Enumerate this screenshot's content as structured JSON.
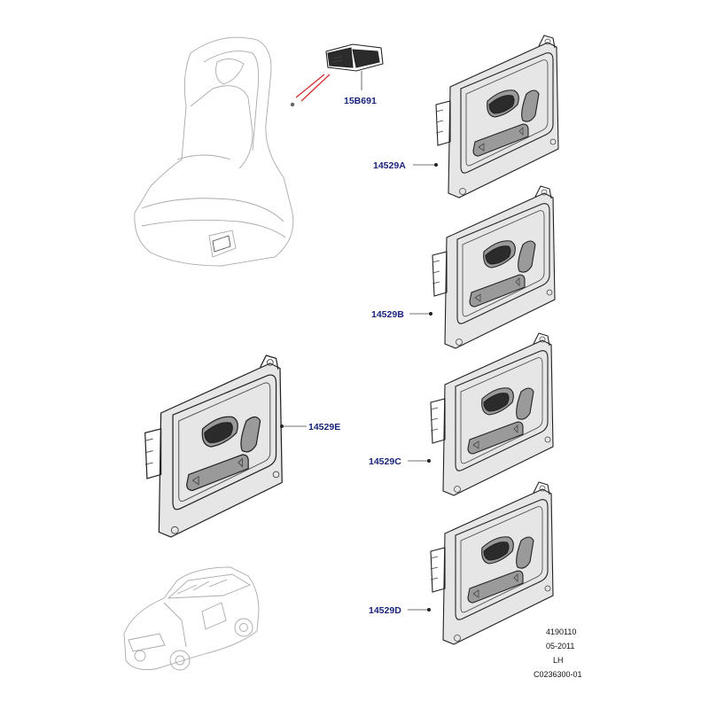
{
  "parts": {
    "p15b691": "15B691",
    "p14529a": "14529A",
    "p14529b": "14529B",
    "p14529c": "14529C",
    "p14529d": "14529D",
    "p14529e": "14529E"
  },
  "info": {
    "line1": "4190110",
    "line2": "05-2011",
    "line3": "LH",
    "line4": "C0236300-01"
  },
  "colors": {
    "label": "#1a237e",
    "leader_red": "#d32f2f"
  }
}
